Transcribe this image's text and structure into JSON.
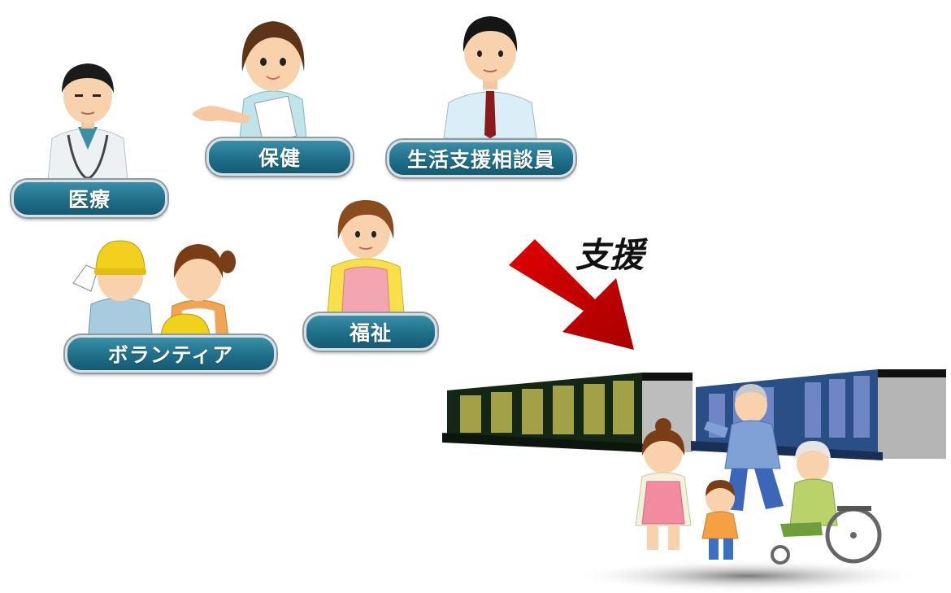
{
  "roles": {
    "medical": "医療",
    "health": "保健",
    "consultant": "生活支援相談員",
    "volunteer": "ボランティア",
    "welfare": "福祉"
  },
  "arrow_label": "支援",
  "colors": {
    "pill_fill": "#1f6f89",
    "arrow": "#d10000",
    "building_left": "#1c3a1c",
    "building_right": "#2a4f86"
  }
}
